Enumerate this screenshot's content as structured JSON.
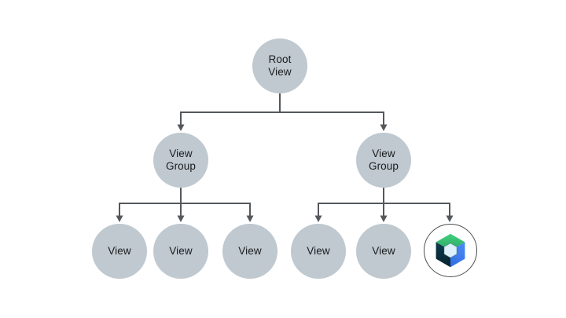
{
  "diagram": {
    "kind": "view-hierarchy-tree",
    "nodes": {
      "root": {
        "label": "Root\nView"
      },
      "group_left": {
        "label": "View\nGroup"
      },
      "group_right": {
        "label": "View\nGroup"
      },
      "view_1": {
        "label": "View"
      },
      "view_2": {
        "label": "View"
      },
      "view_3": {
        "label": "View"
      },
      "view_4": {
        "label": "View"
      },
      "view_5": {
        "label": "View"
      },
      "compose": {
        "icon": "jetpack-compose-logo"
      }
    },
    "colors": {
      "background": "#ffffff",
      "node_fill": "#bfc9cf",
      "node_text": "#1a1c1e",
      "connector": "#54585c",
      "compose_ring": "#4a4f53",
      "compose_green_light": "#41d17e",
      "compose_green_dark": "#2fa564",
      "compose_blue_light": "#4a8cf5",
      "compose_blue_dark": "#3570e4",
      "compose_navy_light": "#0c3a4c",
      "compose_navy_dark": "#07242f",
      "compose_center": "#def0fb"
    }
  }
}
